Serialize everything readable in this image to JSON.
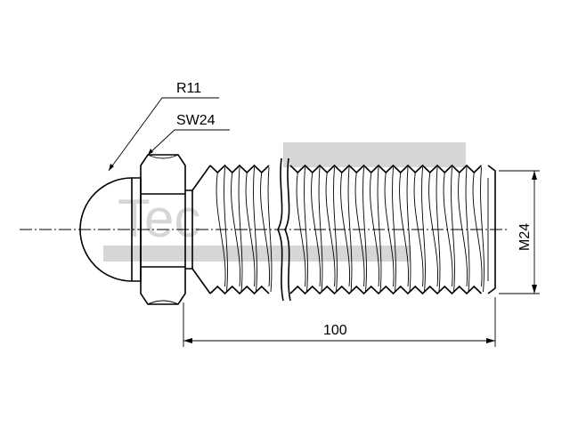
{
  "labels": {
    "radius": "R11",
    "wrench_size": "SW24",
    "thread": "M24",
    "length": "100"
  },
  "watermark": {
    "text": "Tec",
    "color": "#d6d6d6"
  },
  "colors": {
    "line": "#000000",
    "background": "#ffffff"
  }
}
